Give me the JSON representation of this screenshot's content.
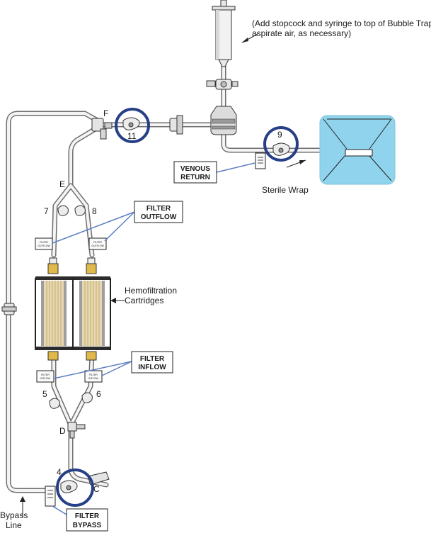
{
  "notes": {
    "syringe_line1": "(Add stopcock and syringe to top of Bubble Trap to",
    "syringe_line2": "aspirate air, as necessary)"
  },
  "labels": {
    "sterile_wrap": "Sterile Wrap",
    "hemofiltration_line1": "Hemofiltration",
    "hemofiltration_line2": "Cartridges",
    "bypass_line1": "Bypass",
    "bypass_line2": "Line"
  },
  "callout_boxes": {
    "venous_return": [
      "VENOUS",
      "RETURN"
    ],
    "filter_outflow": [
      "FILTER",
      "OUTFLOW"
    ],
    "filter_inflow": [
      "FILTER",
      "INFLOW"
    ],
    "filter_bypass": [
      "FILTER",
      "BYPASS"
    ]
  },
  "tag_labels": {
    "filter_outflow": [
      "FILTER",
      "OUTFLOW"
    ],
    "filter_inflow": [
      "FILTER",
      "INFLOW"
    ]
  },
  "points": {
    "C": "C",
    "D": "D",
    "E": "E",
    "F": "F"
  },
  "clamps": {
    "c4": "4",
    "c5": "5",
    "c6": "6",
    "c7": "7",
    "c8": "8",
    "c9": "9",
    "c11": "11"
  },
  "colors": {
    "highlight_ring": "#263f86",
    "pointer_line": "#5b7fc4",
    "sterile_wrap_fill": "#8fd3ec",
    "cartridge_fiber": "#d9c69b",
    "connector_gold": "#e1b84a"
  }
}
